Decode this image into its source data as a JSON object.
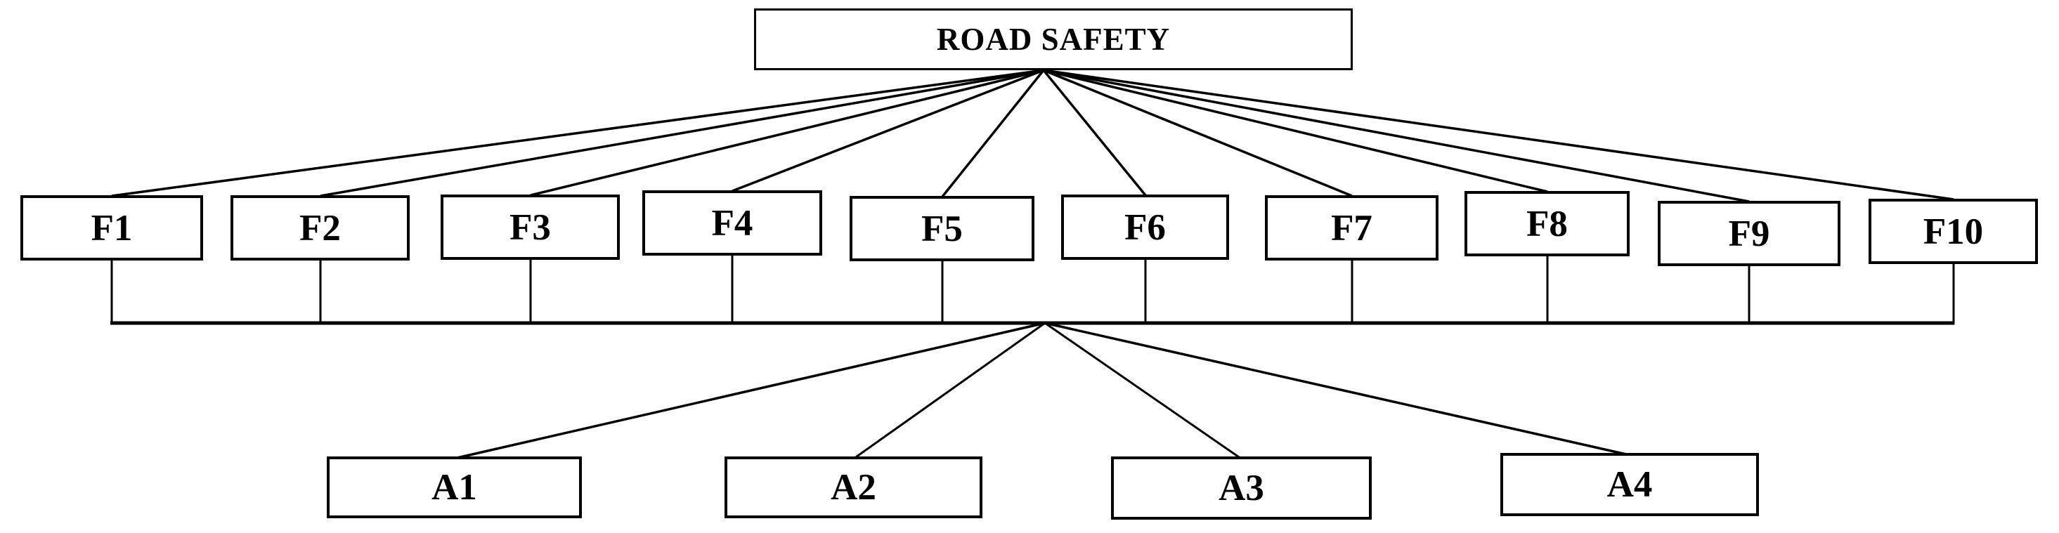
{
  "diagram": {
    "type": "hierarchy",
    "background_color": "#ffffff",
    "line_color": "#000000",
    "box_border_color": "#000000",
    "text_color": "#000000",
    "nodes": {
      "root": {
        "id": "root",
        "label": "ROAD SAFETY"
      },
      "factors": [
        {
          "id": "F1",
          "label": "F1"
        },
        {
          "id": "F2",
          "label": "F2"
        },
        {
          "id": "F3",
          "label": "F3"
        },
        {
          "id": "F4",
          "label": "F4"
        },
        {
          "id": "F5",
          "label": "F5"
        },
        {
          "id": "F6",
          "label": "F6"
        },
        {
          "id": "F7",
          "label": "F7"
        },
        {
          "id": "F8",
          "label": "F8"
        },
        {
          "id": "F9",
          "label": "F9"
        },
        {
          "id": "F10",
          "label": "F10"
        }
      ],
      "alternatives": [
        {
          "id": "A1",
          "label": "A1"
        },
        {
          "id": "A2",
          "label": "A2"
        },
        {
          "id": "A3",
          "label": "A3"
        },
        {
          "id": "A4",
          "label": "A4"
        }
      ]
    },
    "edges": {
      "root_to_factors": [
        [
          "ROAD SAFETY",
          "F1"
        ],
        [
          "ROAD SAFETY",
          "F2"
        ],
        [
          "ROAD SAFETY",
          "F3"
        ],
        [
          "ROAD SAFETY",
          "F4"
        ],
        [
          "ROAD SAFETY",
          "F5"
        ],
        [
          "ROAD SAFETY",
          "F6"
        ],
        [
          "ROAD SAFETY",
          "F7"
        ],
        [
          "ROAD SAFETY",
          "F8"
        ],
        [
          "ROAD SAFETY",
          "F9"
        ],
        [
          "ROAD SAFETY",
          "F10"
        ]
      ],
      "factors_to_bus": [
        [
          "F1",
          "bus"
        ],
        [
          "F2",
          "bus"
        ],
        [
          "F3",
          "bus"
        ],
        [
          "F4",
          "bus"
        ],
        [
          "F5",
          "bus"
        ],
        [
          "F6",
          "bus"
        ],
        [
          "F7",
          "bus"
        ],
        [
          "F8",
          "bus"
        ],
        [
          "F9",
          "bus"
        ],
        [
          "F10",
          "bus"
        ]
      ],
      "bus_to_alternatives": [
        [
          "bus",
          "A1"
        ],
        [
          "bus",
          "A2"
        ],
        [
          "bus",
          "A3"
        ],
        [
          "bus",
          "A4"
        ]
      ]
    }
  }
}
